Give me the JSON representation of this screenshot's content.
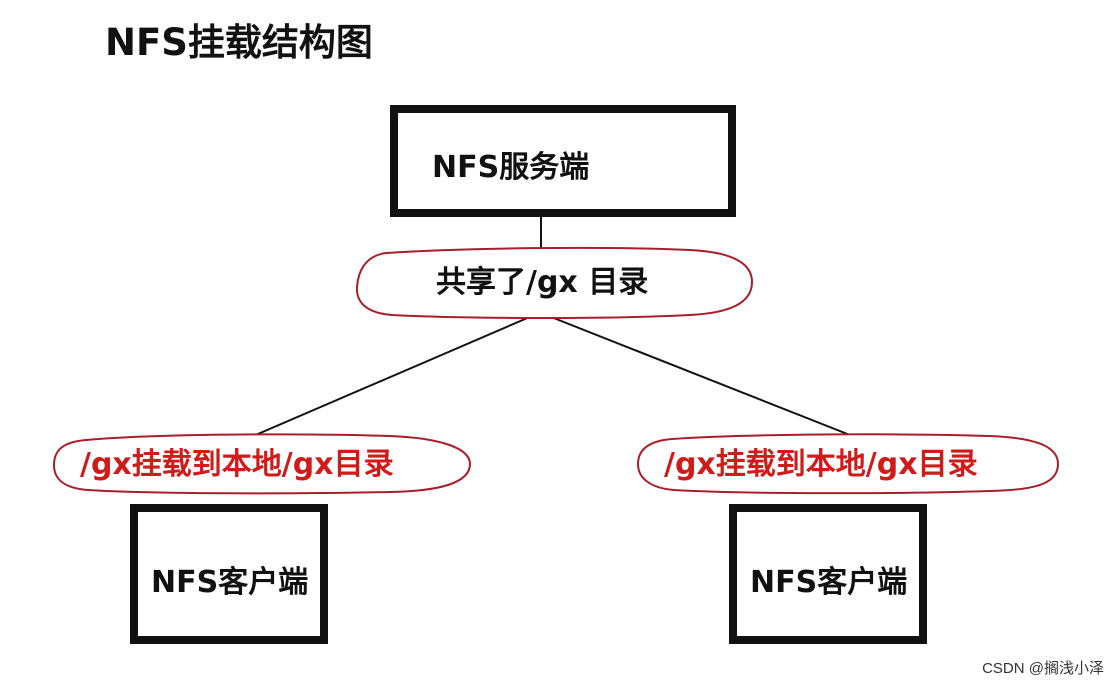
{
  "title": "NFS挂载结构图",
  "server": {
    "label": "NFS服务端"
  },
  "share": {
    "label": "共享了/gx 目录"
  },
  "clients": [
    {
      "mount_label": "/gx挂载到本地/gx目录",
      "label": "NFS客户端"
    },
    {
      "mount_label": "/gx挂载到本地/gx目录",
      "label": "NFS客户端"
    }
  ],
  "watermark": "CSDN @搁浅小泽",
  "colors": {
    "box_border": "#111111",
    "mount_text": "#d11a1a",
    "ellipse_border": "#a81e2a"
  }
}
